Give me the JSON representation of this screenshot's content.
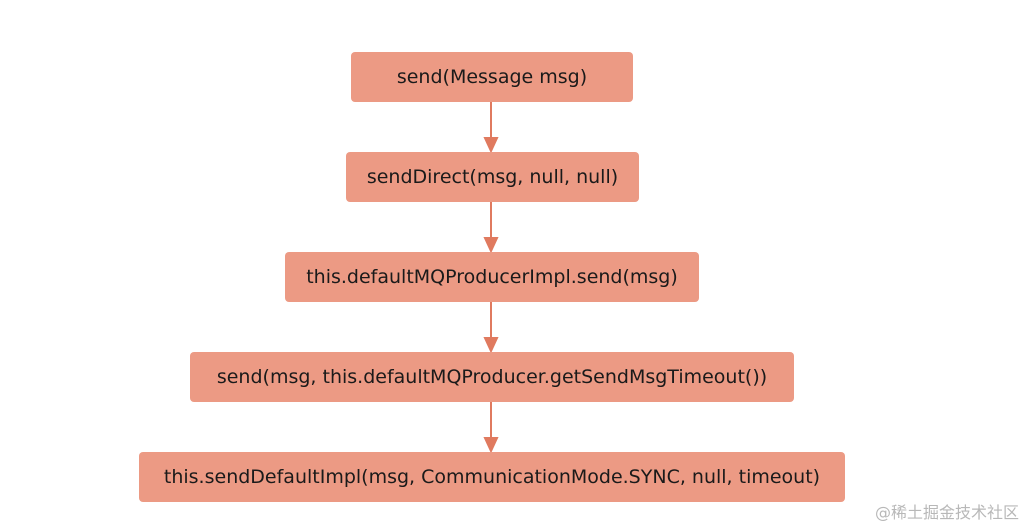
{
  "flow": {
    "steps": [
      "send(Message msg)",
      "sendDirect(msg, null, null)",
      "this.defaultMQProducerImpl.send(msg)",
      "send(msg, this.defaultMQProducer.getSendMsgTimeout())",
      "this.sendDefaultImpl(msg, CommunicationMode.SYNC, null, timeout)"
    ]
  },
  "watermark": "@稀土掘金技术社区",
  "colors": {
    "node_fill": "#ec9a84",
    "arrow": "#e07a5f"
  }
}
